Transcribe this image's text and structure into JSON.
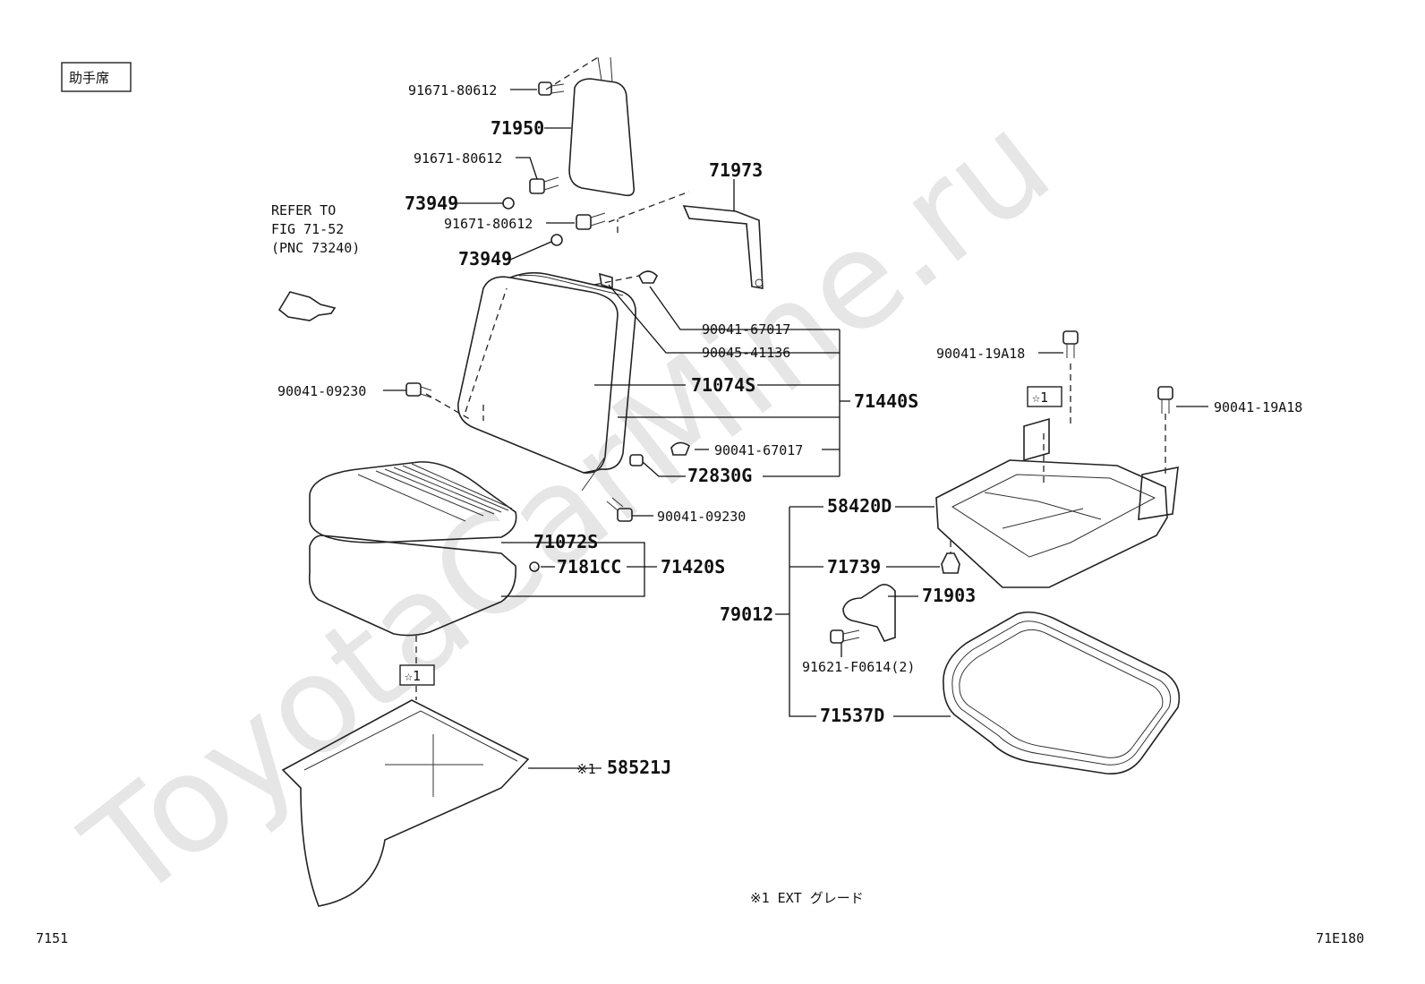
{
  "header": {
    "seat_label": "助手席"
  },
  "watermark": "ToyotaCarMine.ru",
  "refer": {
    "line1": "REFER TO",
    "line2": "FIG 71-52",
    "line3": "(PNC 73240)"
  },
  "parts": {
    "bolt_91671_a": "91671-80612",
    "headrest_71950": "71950",
    "bolt_91671_b": "91671-80612",
    "cap_73949_a": "73949",
    "bolt_91671_c": "91671-80612",
    "cap_73949_b": "73949",
    "bracket_71973": "71973",
    "clip_90041_67017_a": "90041-67017",
    "clip_90045_41136": "90045-41136",
    "cover_71074s": "71074S",
    "back_71440s": "71440S",
    "bolt_90041_09230_a": "90041-09230",
    "clip_90041_67017_b": "90041-67017",
    "cushion_72830g": "72830G",
    "bolt_90041_09230_b": "90041-09230",
    "cover_71072s": "71072S",
    "hog_7181cc": "7181CC",
    "cushion_71420s": "71420S",
    "star_box_a": "☆1",
    "pad_58521j_mark": "※1",
    "pad_58521j": "58521J",
    "bolt_90041_19a18_a": "90041-19A18",
    "star_box_b": "☆1",
    "bolt_90041_19a18_b": "90041-19A18",
    "frame_58420d": "58420D",
    "stopper_71739": "71739",
    "lever_71903": "71903",
    "assy_79012": "79012",
    "screw_91621": "91621-F0614(2)",
    "seal_71537d": "71537D"
  },
  "footnote": "※1 EXT グレード",
  "page_number": "7151",
  "figure_code": "71E180"
}
